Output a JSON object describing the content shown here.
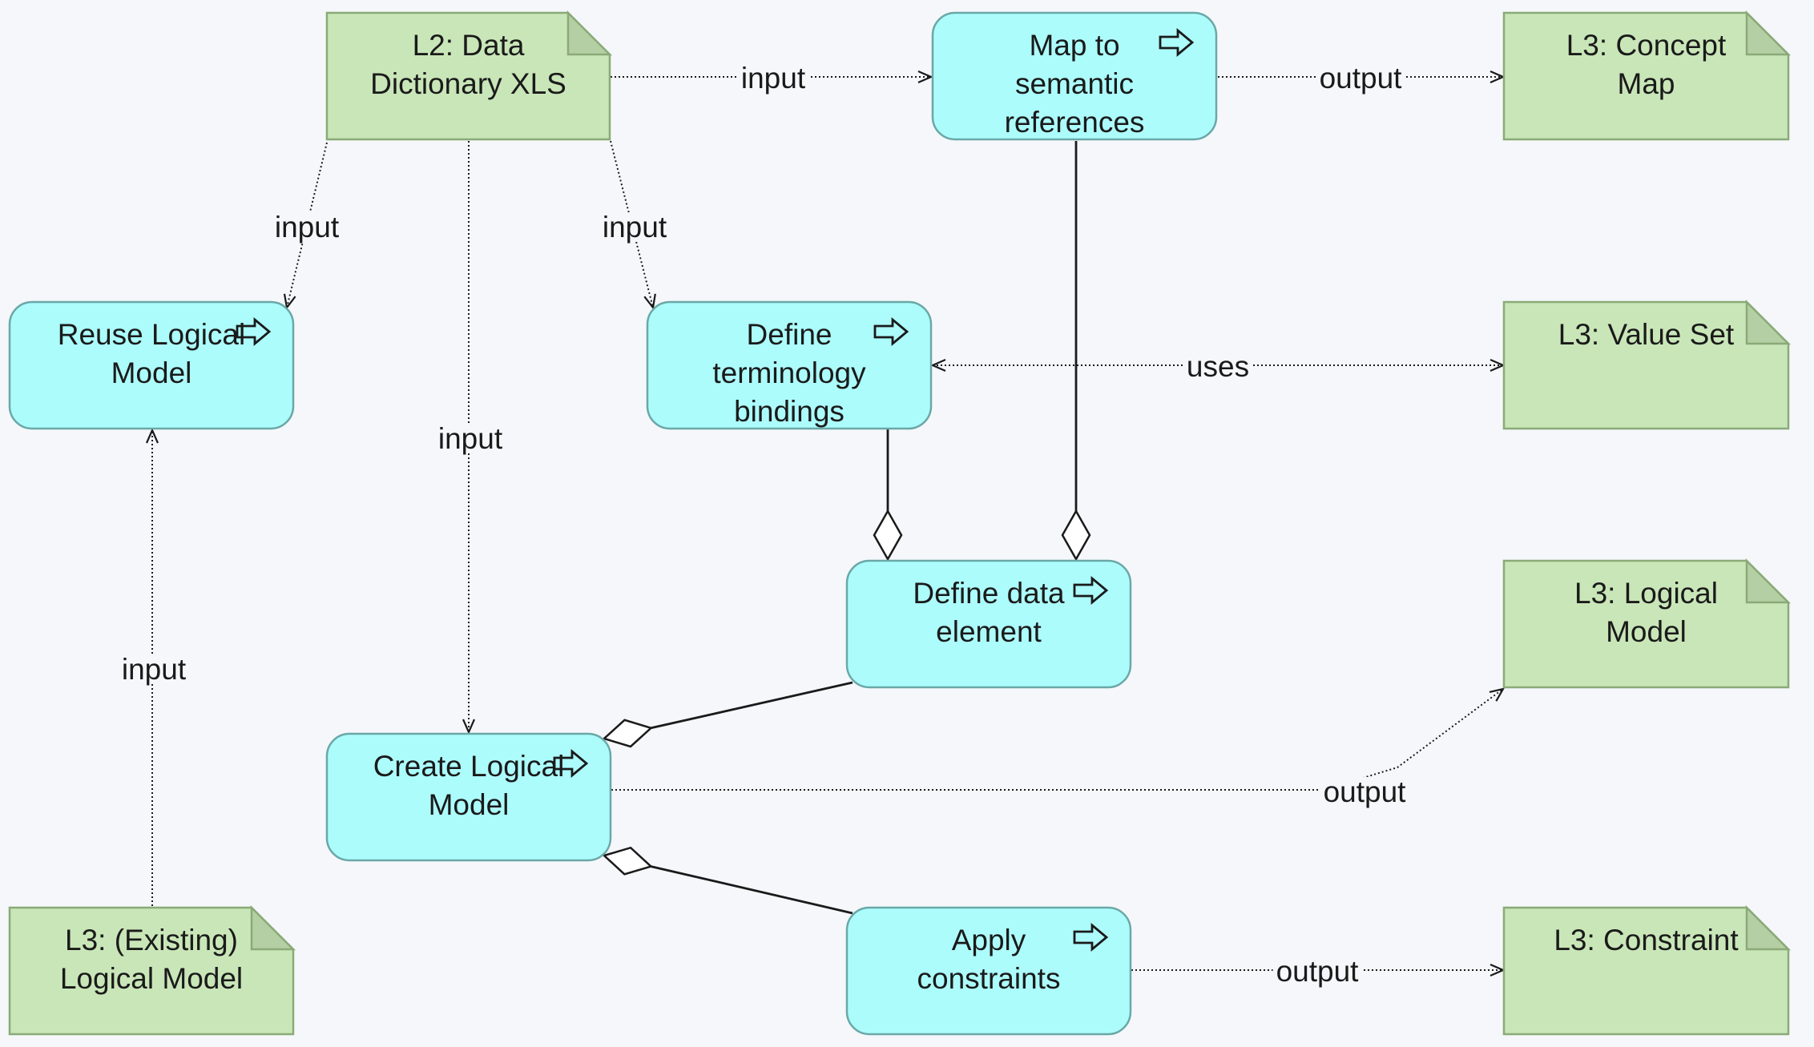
{
  "artifacts": [
    {
      "id": "l2-data-dictionary",
      "lines": [
        "L2: Data",
        "Dictionary XLS"
      ]
    },
    {
      "id": "l3-concept-map",
      "lines": [
        "L3: Concept",
        "Map"
      ]
    },
    {
      "id": "l3-value-set",
      "lines": [
        "L3: Value Set"
      ]
    },
    {
      "id": "l3-logical-model",
      "lines": [
        "L3: Logical",
        "Model"
      ]
    },
    {
      "id": "l3-existing-logical-model",
      "lines": [
        "L3: (Existing)",
        "Logical Model"
      ]
    },
    {
      "id": "l3-constraint",
      "lines": [
        "L3: Constraint"
      ]
    }
  ],
  "processes": [
    {
      "id": "map-semantic-references",
      "lines": [
        "Map to",
        "semantic",
        "references"
      ]
    },
    {
      "id": "reuse-logical-model",
      "lines": [
        "Reuse Logical",
        "Model"
      ]
    },
    {
      "id": "define-terminology-bindings",
      "lines": [
        "Define",
        "terminology",
        "bindings"
      ]
    },
    {
      "id": "define-data-element",
      "lines": [
        "Define data",
        "element"
      ]
    },
    {
      "id": "create-logical-model",
      "lines": [
        "Create Logical",
        "Model"
      ]
    },
    {
      "id": "apply-constraints",
      "lines": [
        "Apply",
        "constraints"
      ]
    }
  ],
  "edges": [
    {
      "id": "dd-to-map",
      "label": "input"
    },
    {
      "id": "map-to-concept",
      "label": "output"
    },
    {
      "id": "dd-to-reuse",
      "label": "input"
    },
    {
      "id": "dd-to-create",
      "label": "input"
    },
    {
      "id": "dd-to-terminology",
      "label": "input"
    },
    {
      "id": "terminology-uses-valueset",
      "label": "uses"
    },
    {
      "id": "existing-to-reuse",
      "label": "input"
    },
    {
      "id": "create-to-logical",
      "label": "output"
    },
    {
      "id": "constraints-to-constraint",
      "label": "output"
    }
  ],
  "colors": {
    "artifact_fill": "#c9e6b8",
    "artifact_stroke": "#8aaa78",
    "artifact_fold": "#b4cfa3",
    "process_fill": "#adfcfc",
    "process_stroke": "#6aa8a8",
    "background": "#f5f7fa",
    "line": "#1a1a1a"
  }
}
